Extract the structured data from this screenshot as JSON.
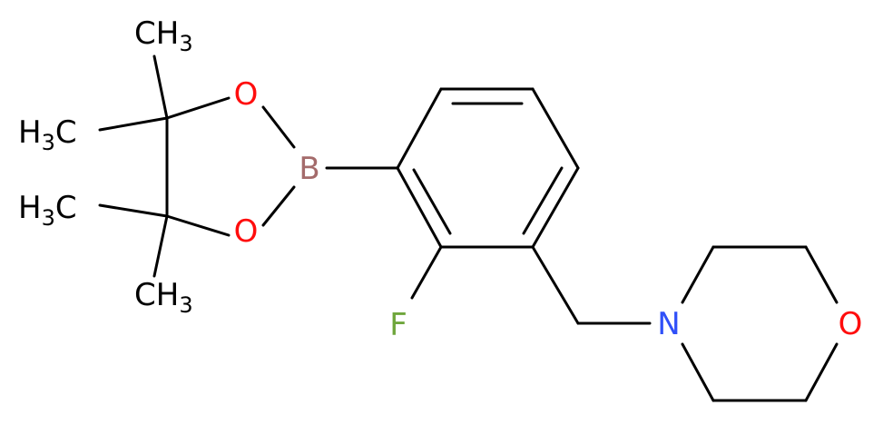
{
  "molecule": {
    "colors": {
      "bond": "#000000",
      "carbon": "#000000",
      "oxygen": "#ff0d0d",
      "nitrogen": "#3050f8",
      "fluorine": "#6fa63c",
      "boron": "#a46b6b"
    },
    "labels": {
      "methyl_top": {
        "main": "CH",
        "sub": "3"
      },
      "methyl_upper_left": {
        "main": "H",
        "sub": "3",
        "tail": "C"
      },
      "methyl_lower_left": {
        "main": "H",
        "sub": "3",
        "tail": "C"
      },
      "methyl_bottom": {
        "main": "CH",
        "sub": "3"
      },
      "oxygen_upper": "O",
      "oxygen_lower": "O",
      "boron": "B",
      "fluorine": "F",
      "nitrogen": "N",
      "oxygen_morpholine": "O"
    }
  }
}
